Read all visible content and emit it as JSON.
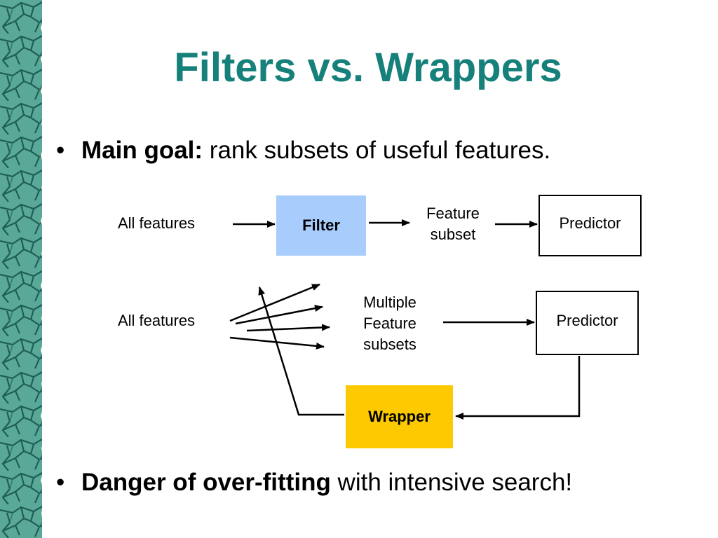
{
  "title": "Filters vs. Wrappers",
  "bullets": [
    {
      "bold": "Main goal:",
      "rest": " rank subsets of useful features."
    },
    {
      "bold": "Danger of over-fitting",
      "rest": " with intensive search!"
    }
  ],
  "filter_diagram": {
    "input_label": "All features",
    "filter_label": "Filter",
    "output_label_line1": "Feature",
    "output_label_line2": "subset",
    "predictor_label": "Predictor"
  },
  "wrapper_diagram": {
    "input_label": "All features",
    "output_label_line1": "Multiple",
    "output_label_line2": "Feature",
    "output_label_line3": "subsets",
    "predictor_label": "Predictor",
    "wrapper_label": "Wrapper"
  },
  "colors": {
    "title": "#16807a",
    "filter_box": "#a8cdfc",
    "wrapper_box": "#fdc900",
    "border": "#5aa898"
  },
  "icons": {
    "bullet": "bullet-dot-icon",
    "border": "cracked-stone-border-icon"
  }
}
